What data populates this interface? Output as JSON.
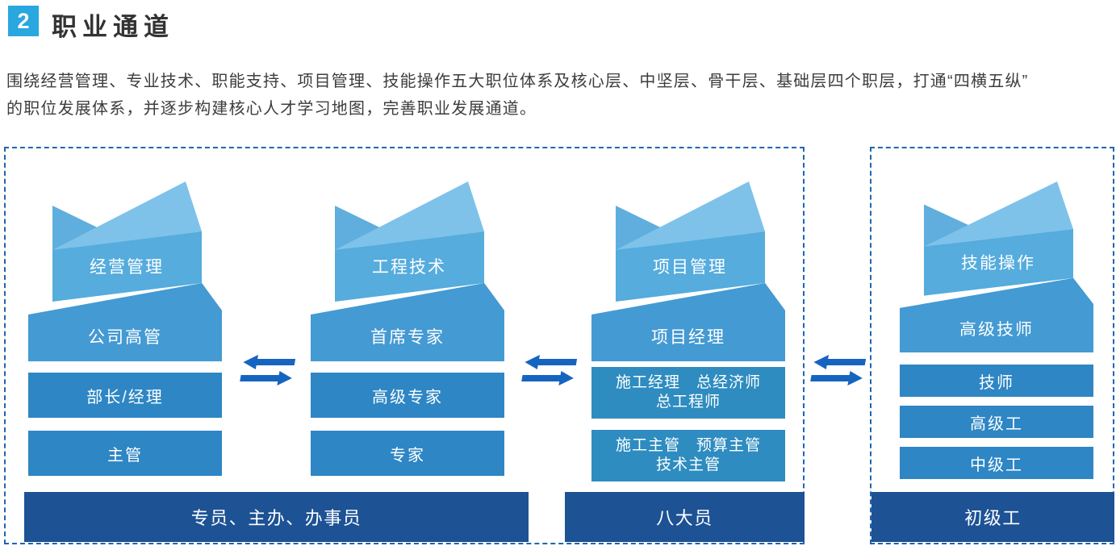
{
  "header": {
    "badge": "2",
    "title": "职业通道"
  },
  "intro": {
    "line1": "围绕经营管理、专业技术、职能支持、项目管理、技能操作五大职位体系及核心层、中坚层、骨干层、基础层四个职层，打通“四横五纵”",
    "line2": "的职位发展体系，并逐步构建核心人才学习地图，完善职业发展通道。"
  },
  "columns": [
    {
      "category": "经营管理",
      "band": "公司高管",
      "bars": [
        {
          "lines": [
            "部长/经理"
          ]
        },
        {
          "lines": [
            "主管"
          ]
        }
      ]
    },
    {
      "category": "工程技术",
      "band": "首席专家",
      "bars": [
        {
          "lines": [
            "高级专家"
          ]
        },
        {
          "lines": [
            "专家"
          ]
        }
      ]
    },
    {
      "category": "项目管理",
      "band": "项目经理",
      "bars": [
        {
          "lines": [
            "施工经理　总经济师",
            "总工程师"
          ]
        },
        {
          "lines": [
            "施工主管　预算主管",
            "技术主管"
          ]
        }
      ]
    },
    {
      "category": "技能操作",
      "band": "高级技师",
      "bars": [
        {
          "lines": [
            "技师"
          ]
        },
        {
          "lines": [
            "高级工"
          ]
        },
        {
          "lines": [
            "中级工"
          ]
        }
      ]
    }
  ],
  "base_bars": [
    "专员、主办、办事员",
    "八大员",
    "初级工"
  ],
  "colors": {
    "badge": "#29A7DF",
    "dashed_border": "#2265AE",
    "ribbon_light": "#7EC2EA",
    "ribbon_fold": "#5FAEDD",
    "category_band": "#55ACDD",
    "level_band": "#449AD3",
    "bar": "#2E86C4",
    "base_bar": "#1D5295",
    "arrow": "#1565C0"
  }
}
